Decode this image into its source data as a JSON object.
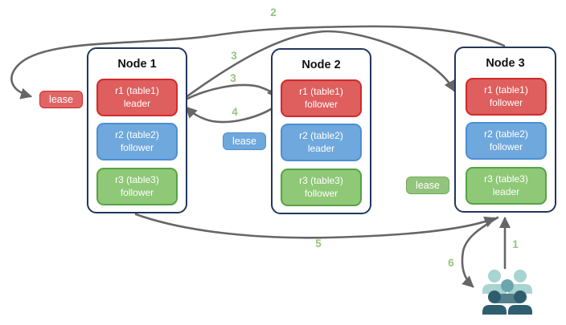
{
  "nodes": [
    {
      "title": "Node 1",
      "replicas": [
        {
          "name": "r1 (table1)",
          "role": "leader",
          "color": "red"
        },
        {
          "name": "r2 (table2)",
          "role": "follower",
          "color": "blue"
        },
        {
          "name": "r3 (table3)",
          "role": "follower",
          "color": "green"
        }
      ]
    },
    {
      "title": "Node 2",
      "replicas": [
        {
          "name": "r1 (table1)",
          "role": "follower",
          "color": "red"
        },
        {
          "name": "r2 (table2)",
          "role": "leader",
          "color": "blue"
        },
        {
          "name": "r3 (table3)",
          "role": "follower",
          "color": "green"
        }
      ]
    },
    {
      "title": "Node 3",
      "replicas": [
        {
          "name": "r1 (table1)",
          "role": "follower",
          "color": "red"
        },
        {
          "name": "r2 (table2)",
          "role": "follower",
          "color": "blue"
        },
        {
          "name": "r3 (table3)",
          "role": "leader",
          "color": "green"
        }
      ]
    }
  ],
  "leases": [
    {
      "label": "lease",
      "color": "#E06565"
    },
    {
      "label": "lease",
      "color": "#6FA8DC"
    },
    {
      "label": "lease",
      "color": "#93C47D"
    }
  ],
  "arrow_labels": [
    {
      "text": "1"
    },
    {
      "text": "2"
    },
    {
      "text": "3"
    },
    {
      "text": "3"
    },
    {
      "text": "4"
    },
    {
      "text": "5"
    },
    {
      "text": "6"
    }
  ],
  "icons": {
    "users": "users-group-icon"
  },
  "colors": {
    "red_fill": "#DF5E5E",
    "red_stroke": "#D02B2B",
    "blue_fill": "#6FA8DC",
    "blue_stroke": "#4E8ED3",
    "green_fill": "#8FC877",
    "green_stroke": "#56A345",
    "node_border": "#24365E",
    "arrow": "#666666",
    "number_label": "#93C47D",
    "users_light": "#A8D4D1",
    "users_medium": "#6BA5AD",
    "users_medium_dark": "#54808D",
    "users_dark": "#2E5E6D"
  }
}
